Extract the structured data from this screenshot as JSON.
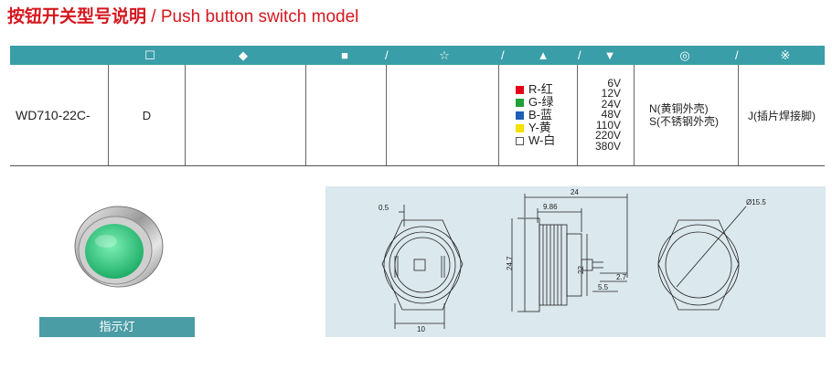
{
  "title": {
    "cn": "按钮开关型号说明",
    "en": "/ Push button switch model"
  },
  "header": {
    "symbols": [
      "☐",
      "◆",
      "■",
      "☆",
      "▲",
      "▼",
      "◎",
      "※"
    ],
    "separator": "/"
  },
  "row": {
    "model": "WD710-22C-",
    "lens": "D",
    "colors": [
      {
        "code": "R-红",
        "color": "#e3001b"
      },
      {
        "code": "G-绿",
        "color": "#21a038"
      },
      {
        "code": "B-蓝",
        "color": "#1f5fb6"
      },
      {
        "code": "Y-黄",
        "color": "#f4e100"
      },
      {
        "code": "W-白",
        "color": "#ffffff"
      }
    ],
    "voltages": [
      "6V",
      "12V",
      "24V",
      "48V",
      "110V",
      "220V",
      "380V"
    ],
    "materials": [
      "N(黄铜外壳)",
      "S(不锈钢外壳)"
    ],
    "terminal": "J(插片焊接脚)"
  },
  "photo": {
    "caption": "指示灯",
    "lens_color": "#3fd08a"
  },
  "drawing": {
    "dims": {
      "d1": "0.5",
      "d2": "10",
      "d3": "24",
      "d4": "9.86",
      "d5": "24.7",
      "d6": "22",
      "d7": "2.7",
      "d8": "5.5",
      "d9": "Ø15.5"
    }
  }
}
